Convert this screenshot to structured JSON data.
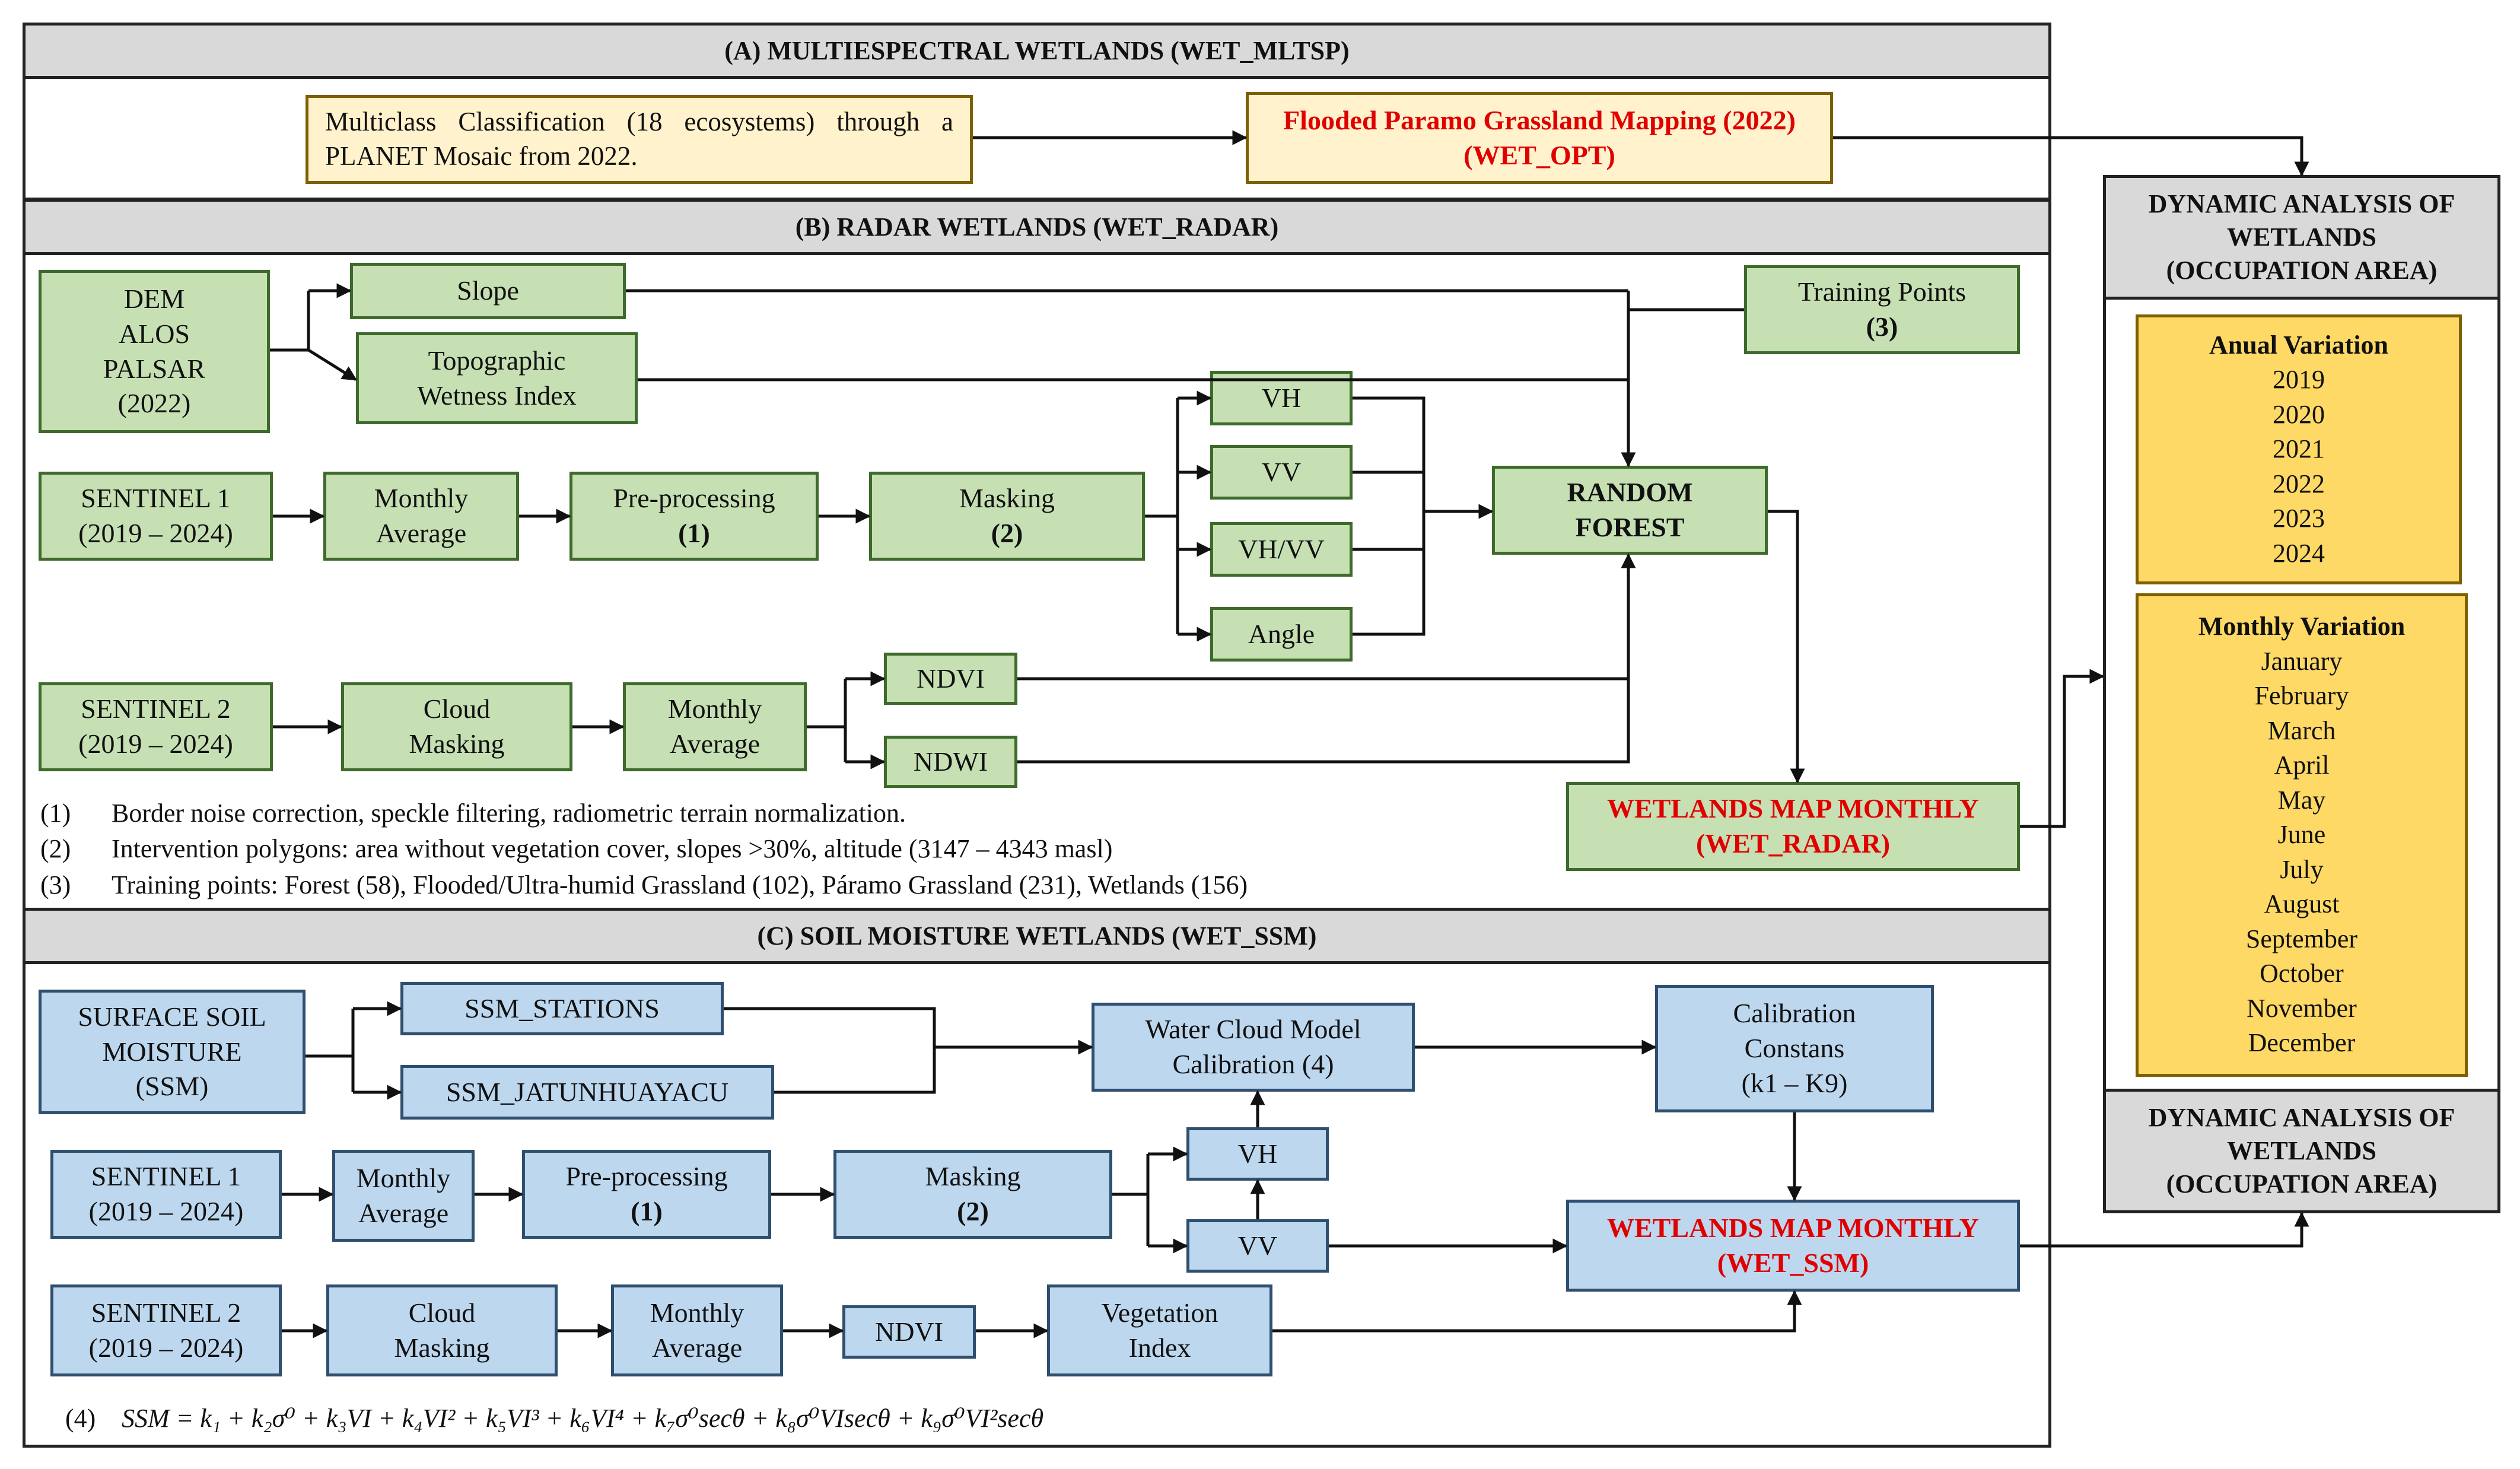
{
  "sections": {
    "a": "(A) MULTIESPECTRAL WETLANDS (WET_MLTSP)",
    "b": "(B) RADAR WETLANDS (WET_RADAR)",
    "c": "(C) SOIL MOISTURE WETLANDS (WET_SSM)"
  },
  "a": {
    "multiclass": "Multiclass Classification (18 ecosystems) through a PLANET Mosaic from 2022.",
    "flooded_l1": "Flooded Paramo Grassland Mapping (2022)",
    "flooded_l2": "(WET_OPT)"
  },
  "b": {
    "dem": [
      "DEM",
      "ALOS",
      "PALSAR",
      "(2022)"
    ],
    "slope": "Slope",
    "twi": [
      "Topographic",
      "Wetness Index"
    ],
    "training": [
      "Training Points",
      "(3)"
    ],
    "s1": [
      "SENTINEL 1",
      "(2019 – 2024)"
    ],
    "monthly": [
      "Monthly",
      "Average"
    ],
    "preproc": [
      "Pre-processing",
      "(1)"
    ],
    "masking": [
      "Masking",
      "(2)"
    ],
    "vh": "VH",
    "vv": "VV",
    "vhvv": "VH/VV",
    "angle": "Angle",
    "rf": [
      "RANDOM",
      "FOREST"
    ],
    "s2": [
      "SENTINEL 2",
      "(2019 – 2024)"
    ],
    "cloud": [
      "Cloud",
      "Masking"
    ],
    "monthly2": [
      "Monthly",
      "Average"
    ],
    "ndvi": "NDVI",
    "ndwi": "NDWI",
    "map": [
      "WETLANDS MAP MONTHLY",
      "(WET_RADAR)"
    ],
    "notes": [
      {
        "n": "(1)",
        "t": "Border noise correction, speckle filtering, radiometric terrain normalization."
      },
      {
        "n": "(2)",
        "t": "Intervention polygons: area without vegetation cover, slopes >30%, altitude (3147 – 4343 masl)"
      },
      {
        "n": "(3)",
        "t": "Training points: Forest (58), Flooded/Ultra-humid Grassland (102), Páramo Grassland (231), Wetlands (156)"
      }
    ]
  },
  "c": {
    "ssm": [
      "SURFACE SOIL",
      "MOISTURE",
      "(SSM)"
    ],
    "stations": "SSM_STATIONS",
    "jatun": "SSM_JATUNHUAYACU",
    "wcm": [
      "Water Cloud Model",
      "Calibration (4)"
    ],
    "calib": [
      "Calibration",
      "Constans",
      "(k1 – K9)"
    ],
    "s1": [
      "SENTINEL 1",
      "(2019 – 2024)"
    ],
    "monthly": [
      "Monthly",
      "Average"
    ],
    "preproc": [
      "Pre-processing",
      "(1)"
    ],
    "masking": [
      "Masking",
      "(2)"
    ],
    "vh": "VH",
    "vv": "VV",
    "map": [
      "WETLANDS MAP MONTHLY",
      "(WET_SSM)"
    ],
    "s2": [
      "SENTINEL 2",
      "(2019 – 2024)"
    ],
    "cloud": [
      "Cloud",
      "Masking"
    ],
    "monthly2": [
      "Monthly",
      "Average"
    ],
    "ndvi": "NDVI",
    "vi": [
      "Vegetation",
      "Index"
    ],
    "formula_num": "(4)",
    "formula": "SSM = k₁ + k₂σ⁰ + k₃VI + k₄VI² + k₅VI³ + k₆VI⁴ + k₇σ⁰secθ + k₈σ⁰VIsecθ + k₉σ⁰VI²secθ"
  },
  "right": {
    "dyn_title": [
      "DYNAMIC ANALYSIS OF",
      "WETLANDS",
      "(OCCUPATION AREA)"
    ],
    "annual_title": "Anual Variation",
    "years": [
      "2019",
      "2020",
      "2021",
      "2022",
      "2023",
      "2024"
    ],
    "monthly_title": "Monthly Variation",
    "months": [
      "January",
      "February",
      "March",
      "April",
      "May",
      "June",
      "July",
      "August",
      "September",
      "October",
      "November",
      "December"
    ],
    "dyn_bottom": [
      "DYNAMIC ANALYSIS OF",
      "WETLANDS",
      "(OCCUPATION AREA)"
    ]
  }
}
